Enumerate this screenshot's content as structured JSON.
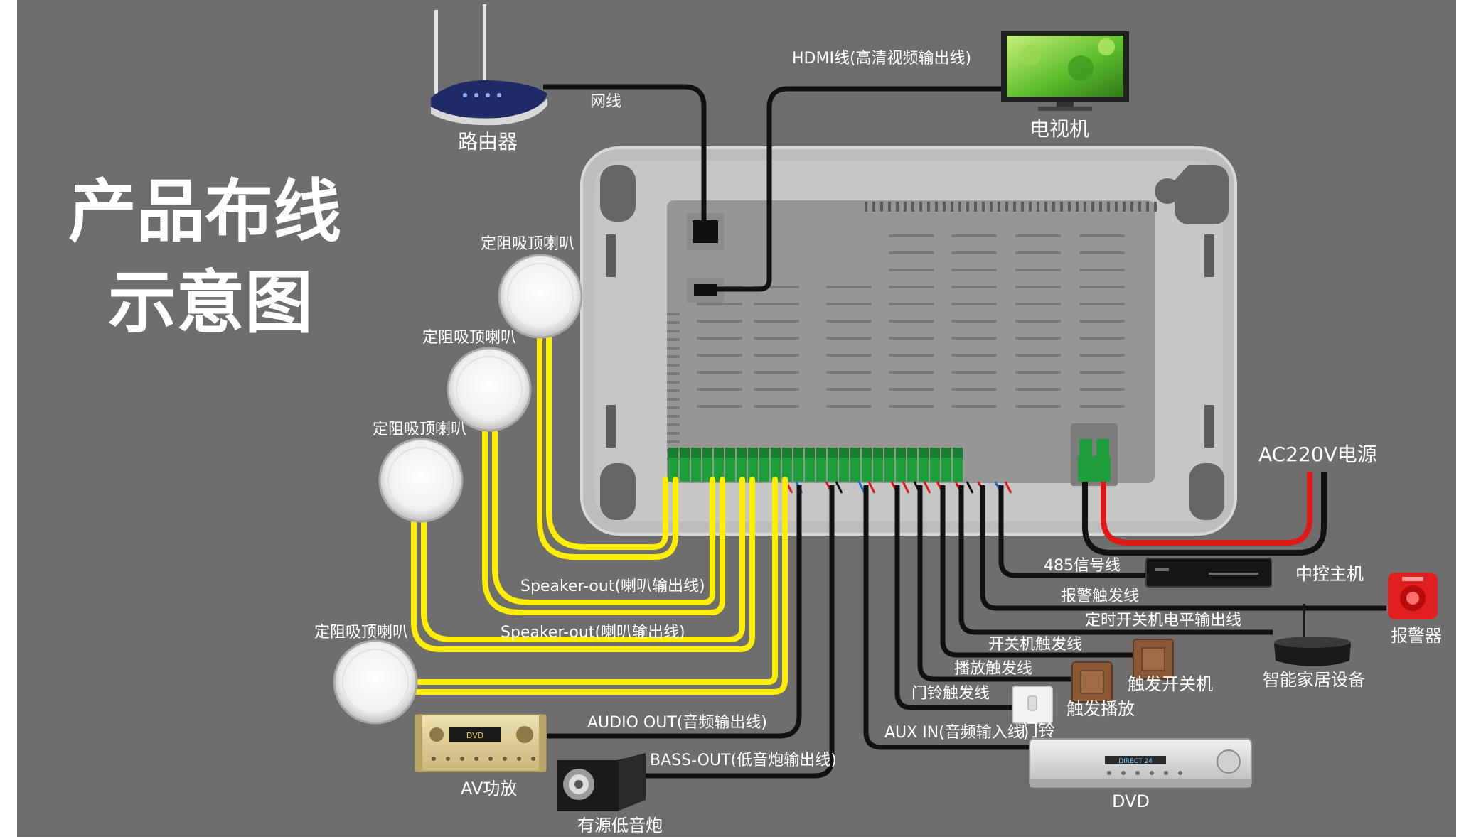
{
  "title": {
    "line1": "产品布线",
    "line2": "示意图"
  },
  "labels": {
    "router": "路由器",
    "network_cable": "网线",
    "hdmi_cable": "HDMI线(高清视频输出线)",
    "tv": "电视机",
    "speaker_1": "定阻吸顶喇叭",
    "speaker_2": "定阻吸顶喇叭",
    "speaker_3": "定阻吸顶喇叭",
    "speaker_4": "定阻吸顶喇叭",
    "speaker_out_1": "Speaker-out(喇叭输出线)",
    "speaker_out_2": "Speaker-out(喇叭输出线)",
    "audio_out": "AUDIO OUT(音频输出线)",
    "bass_out": "BASS-OUT(低音炮输出线)",
    "av_amp": "AV功放",
    "subwoofer": "有源低音炮",
    "power": "AC220V电源",
    "rs485": "485信号线",
    "central_controller": "中控主机",
    "alarm_trigger": "报警触发线",
    "alarm": "报警器",
    "timer_output": "定时开关机电平输出线",
    "smart_home": "智能家居设备",
    "power_trigger": "开关机触发线",
    "power_switch": "触发开关机",
    "play_trigger": "播放触发线",
    "play_switch": "触发播放",
    "doorbell_trigger": "门铃触发线",
    "doorbell": "门铃",
    "aux_in": "AUX IN(音频输入线)",
    "dvd": "DVD",
    "amp_display": "DVD",
    "dvd_display": "DIRECT 24"
  },
  "colors": {
    "background": "#6e6e6e",
    "speaker_wire": "#ffee00",
    "cable": "#111111",
    "power_live": "#e01818",
    "terminal": "#1e9e3a"
  }
}
